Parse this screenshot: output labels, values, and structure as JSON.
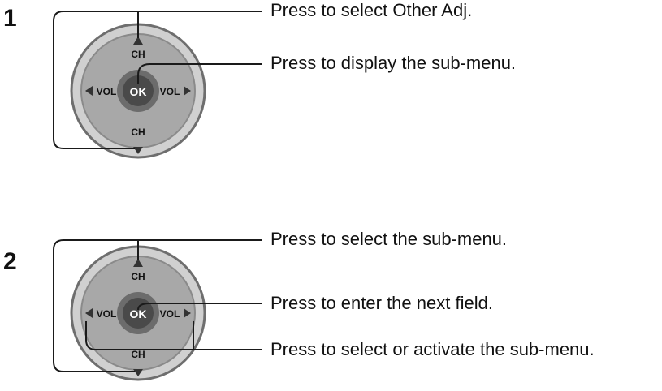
{
  "steps": [
    {
      "number": "1",
      "labels": {
        "ch_up": "CH",
        "ch_down": "CH",
        "vol_left": "VOL",
        "vol_right": "VOL",
        "ok": "OK"
      },
      "captions": [
        "Press to select Other Adj.",
        "Press to display the sub-menu."
      ]
    },
    {
      "number": "2",
      "labels": {
        "ch_up": "CH",
        "ch_down": "CH",
        "vol_left": "VOL",
        "vol_right": "VOL",
        "ok": "OK"
      },
      "captions": [
        "Press to select the sub-menu.",
        "Press to enter the next field.",
        "Press to select or activate the sub-menu."
      ]
    }
  ],
  "colors": {
    "outer_ring": "#d0d0d0",
    "ring_edge": "#6e6e6e",
    "inner_pad": "#a8a8a8",
    "ok_ring": "#6c6c6c",
    "ok_button": "#4a4a4a",
    "callout_line": "#1a1a1a"
  }
}
